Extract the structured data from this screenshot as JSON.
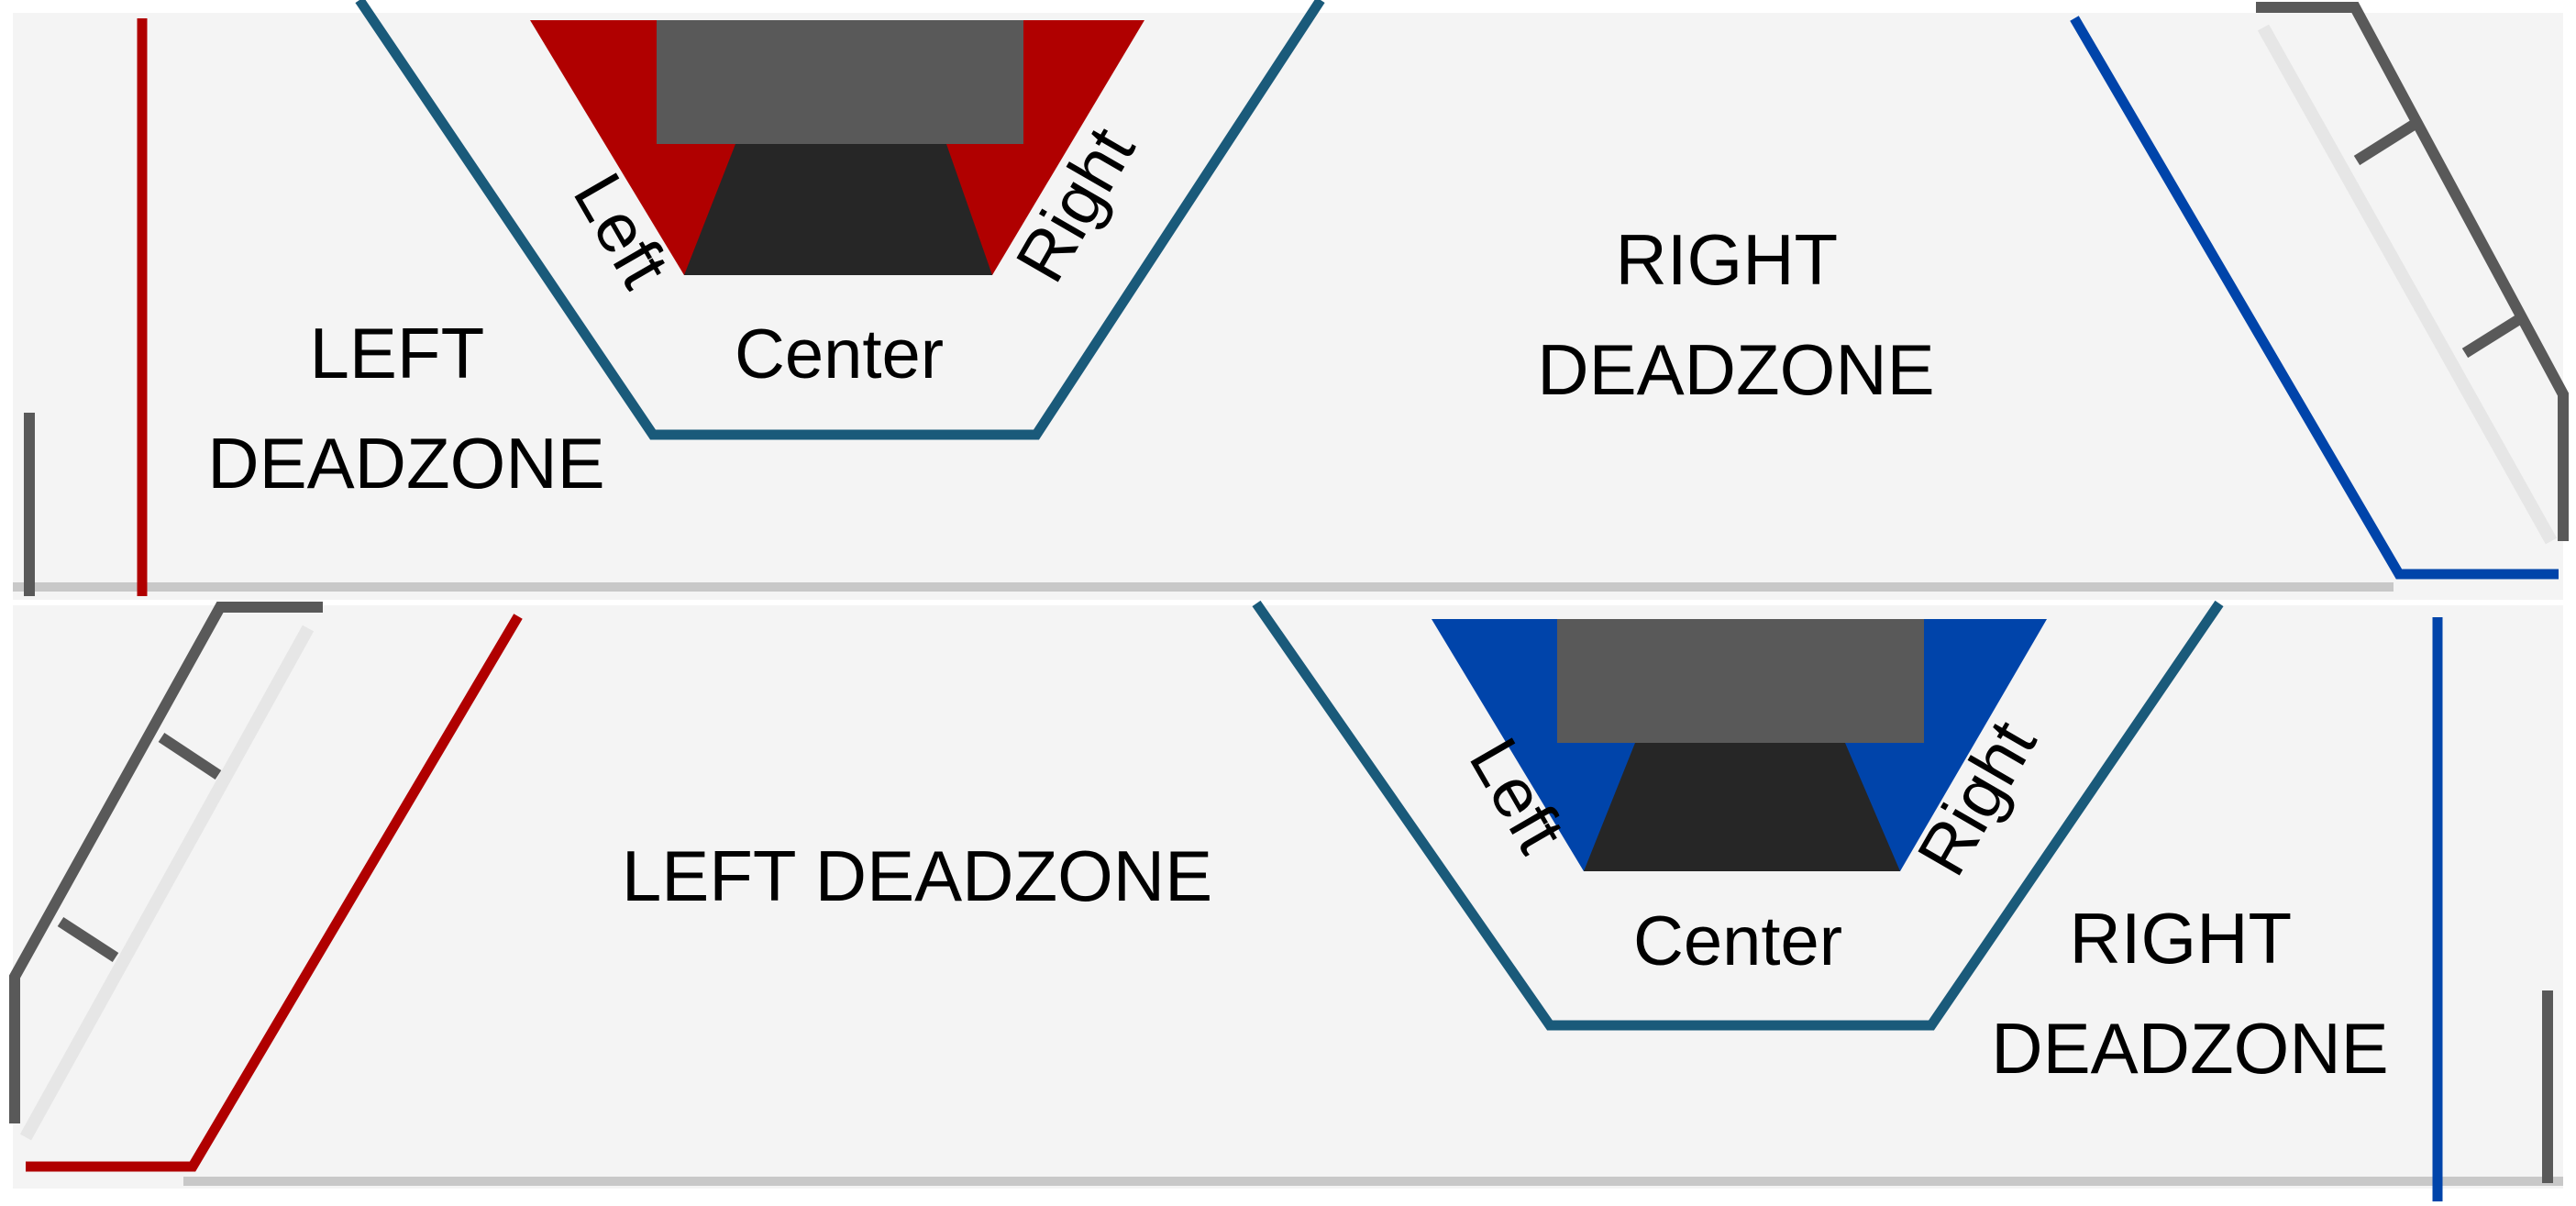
{
  "colors": {
    "background": "#f4f4f4",
    "red_accent": "#b00000",
    "blue_accent": "#0044aa",
    "camera_outline": "#1a5a7a",
    "gray_wall": "#595959",
    "dark_wall": "#262626",
    "boundary_line": "#c8c8c8",
    "divider": "#ffffff"
  },
  "panels": [
    {
      "id": "top",
      "accent": "red",
      "labels": {
        "left": "Left",
        "center": "Center",
        "right": "Right",
        "left_zone": [
          "LEFT",
          "DEADZONE"
        ],
        "right_zone": [
          "RIGHT",
          "DEADZONE"
        ]
      }
    },
    {
      "id": "bottom",
      "accent": "blue",
      "labels": {
        "left": "Left",
        "center": "Center",
        "right": "Right",
        "left_zone": [
          "LEFT DEADZONE"
        ],
        "right_zone": [
          "RIGHT",
          "DEADZONE"
        ]
      }
    }
  ]
}
